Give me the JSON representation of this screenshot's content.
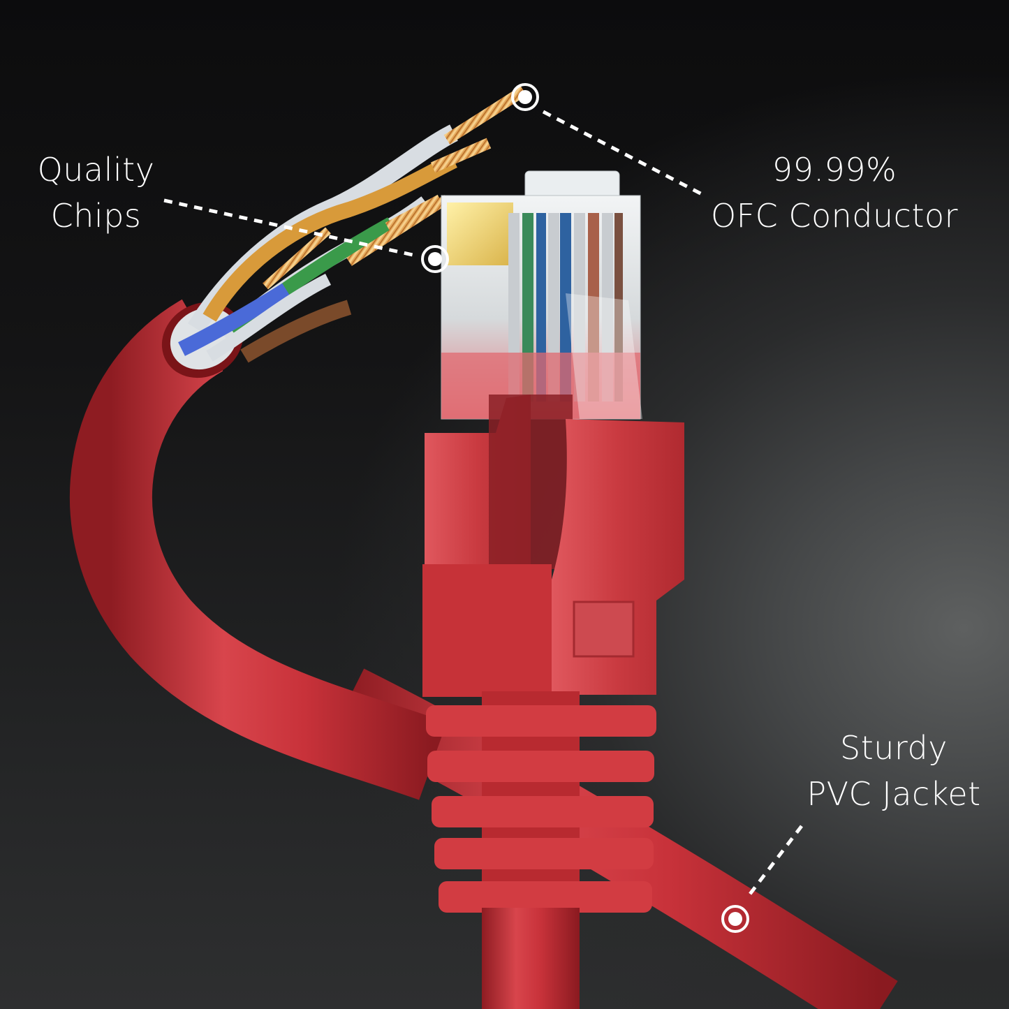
{
  "image": {
    "subject": "RJ45 Ethernet patch cable with stripped twisted-pair wires",
    "background_color_dark": "#0c0c0d",
    "background_color_light": "#5e6060",
    "cable_color": "#c8323a",
    "callout_color": "#ffffff"
  },
  "callouts": [
    {
      "id": "quality-chips",
      "line1": "Quality",
      "line2": "Chips"
    },
    {
      "id": "ofc-conductor",
      "line1": "99.99%",
      "line2": "OFC Conductor"
    },
    {
      "id": "pvc-jacket",
      "line1": "Sturdy",
      "line2": "PVC Jacket"
    }
  ],
  "wire_colors": {
    "orange": "#d89a3a",
    "green": "#3a9a4a",
    "blue": "#4a6ad8",
    "brown": "#7a4a2a",
    "white": "#d8dde2",
    "copper": "#e0a860"
  }
}
